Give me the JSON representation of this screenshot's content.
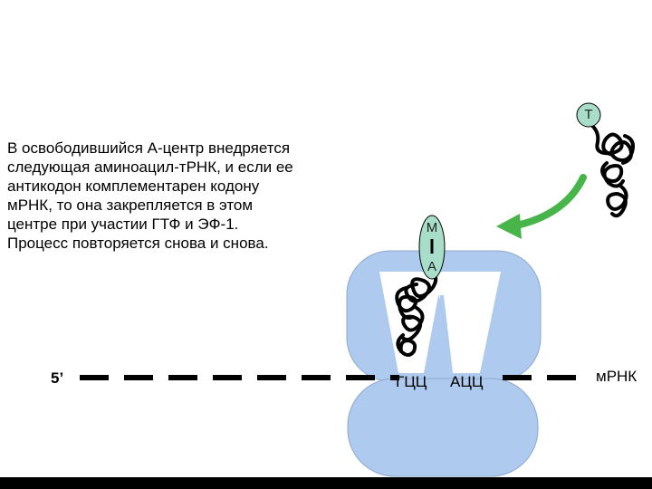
{
  "description": {
    "lines": [
      "В освободившийся А-центр внедряется",
      "следующая аминоацил-тРНК, и если ее",
      "антикодон комплементарен кодону",
      "мРНК, то она закрепляется в этом",
      "центре при участии ГТФ и ЭФ-1.",
      "Процесс повторяется снова и снова."
    ]
  },
  "labels": {
    "five_prime": "5’",
    "codon_left": "ГЦЦ",
    "codon_right": "АЦЦ",
    "mrna": "мРНК",
    "incoming_amino_acid": "Т",
    "bound_amino_acid_top": "М",
    "bound_amino_acid_bottom": "А"
  },
  "colors": {
    "ribosome": "#aecbef",
    "ribosome_outline": "#8ea8cc",
    "amino_bead": "#a8ddc9",
    "arrow": "#47b54a",
    "mrna_line": "#000000"
  }
}
